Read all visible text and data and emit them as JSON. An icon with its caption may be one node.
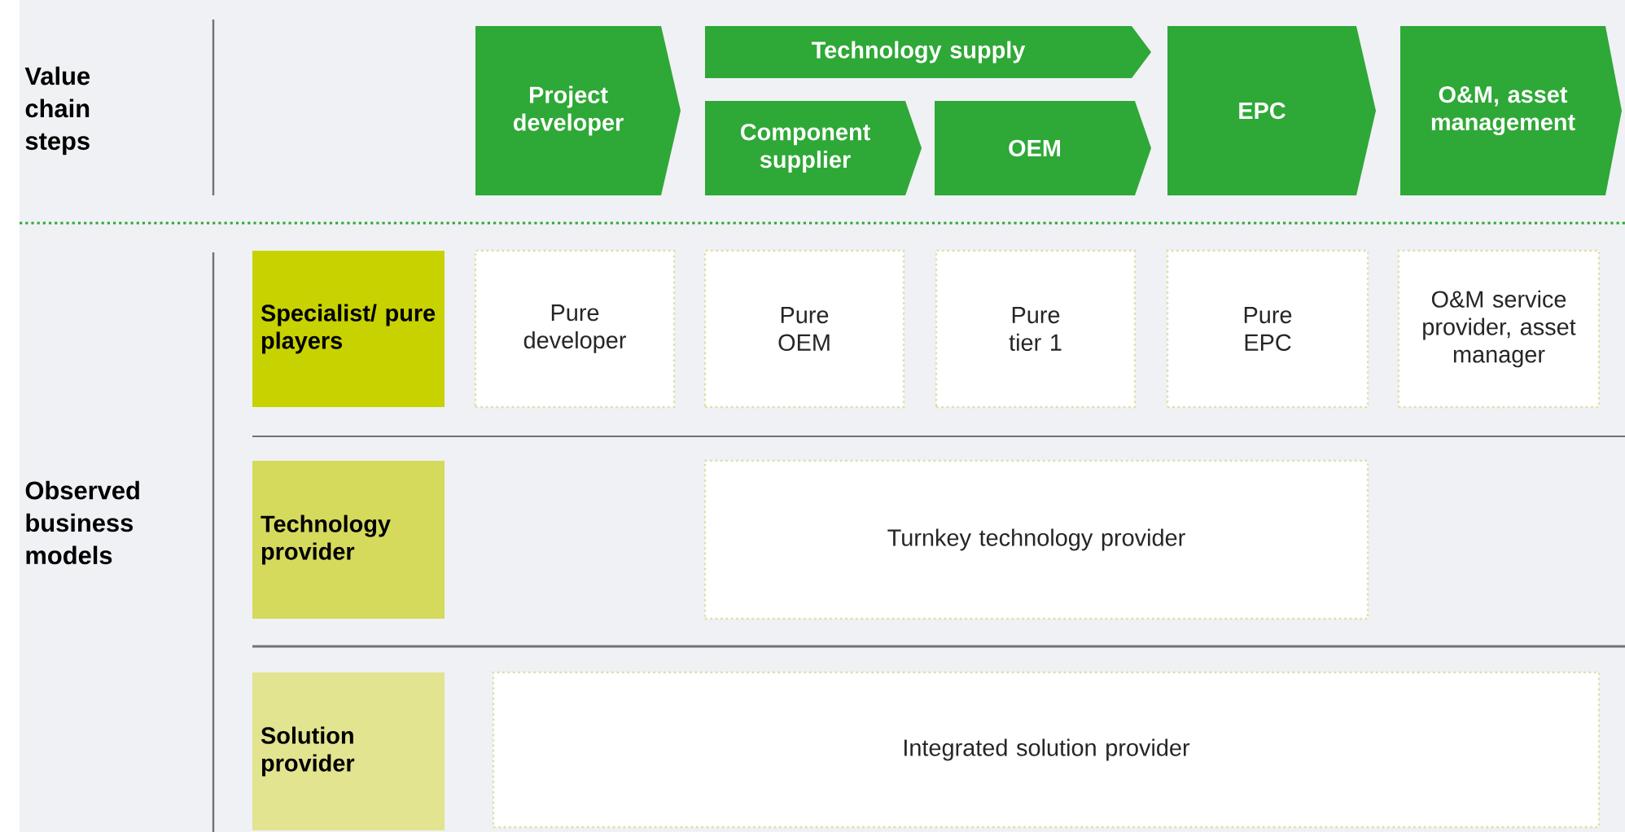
{
  "diagram": {
    "nodes": [
      {
        "text": [
          "Project developer"
        ]
      },
      {
        "text": [
          "Technology supply"
        ]
      },
      {
        "text": [
          "Component supplier"
        ]
      },
      {
        "text": [
          "OEM"
        ]
      },
      {
        "text": [
          "EPC"
        ]
      },
      {
        "text": [
          "O&M, asset management"
        ]
      },
      {
        "text": [
          "Specialist/ pure players"
        ]
      },
      {
        "text": [
          "Pure developer"
        ]
      },
      {
        "text": [
          "Pure OEM"
        ]
      },
      {
        "text": [
          "Pure tier 1"
        ]
      },
      {
        "text": [
          "Pure EPC"
        ]
      },
      {
        "text": [
          "O&M service provider, asset manager"
        ]
      },
      {
        "text": [
          "Technology provider"
        ]
      },
      {
        "text": [
          "Turnkey technology provider"
        ]
      },
      {
        "text": [
          "Solution provider"
        ]
      },
      {
        "text": [
          "Integrated solution provider"
        ]
      }
    ],
    "labels": [
      "Value chain steps",
      "Observed business models"
    ]
  }
}
